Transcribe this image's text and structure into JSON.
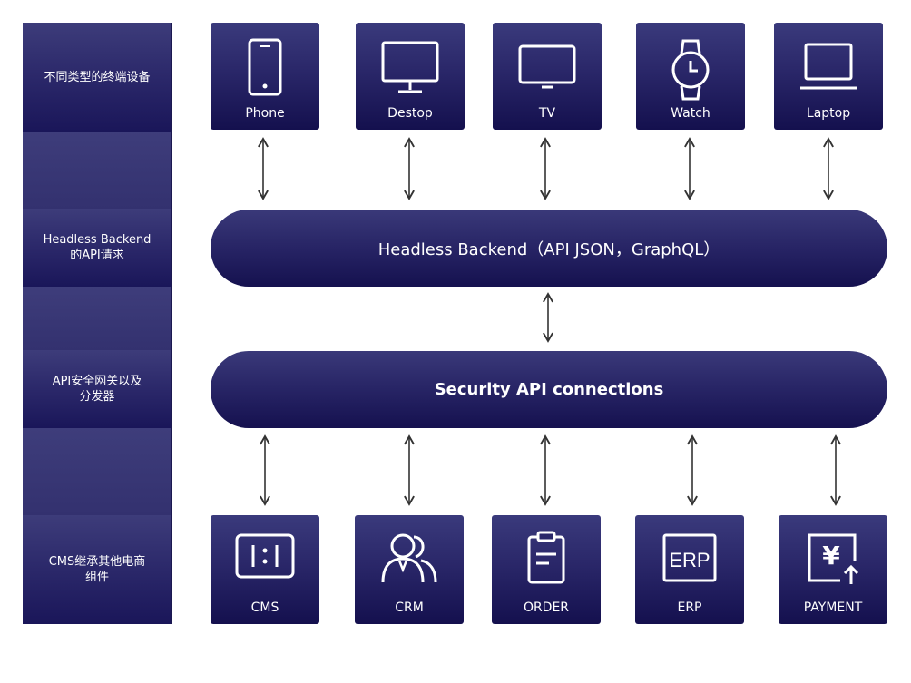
{
  "left_column": [
    {
      "label": "不同类型的终端设备"
    },
    {
      "label": "Headless Backend\n的API请求"
    },
    {
      "label": "API安全网关以及\n分发器"
    },
    {
      "label": "CMS继承其他电商\n组件"
    }
  ],
  "devices": [
    {
      "label": "Phone",
      "icon": "phone-icon"
    },
    {
      "label": "Destop",
      "icon": "desktop-icon"
    },
    {
      "label": "TV",
      "icon": "tv-icon"
    },
    {
      "label": "Watch",
      "icon": "watch-icon"
    },
    {
      "label": "Laptop",
      "icon": "laptop-icon"
    }
  ],
  "backend_bar": {
    "label": "Headless Backend（API JSON，GraphQL）"
  },
  "security_bar": {
    "label": "Security API connections"
  },
  "services": [
    {
      "label": "CMS",
      "icon": "cms-icon"
    },
    {
      "label": "CRM",
      "icon": "crm-icon"
    },
    {
      "label": "ORDER",
      "icon": "order-icon"
    },
    {
      "label": "ERP",
      "icon": "erp-icon"
    },
    {
      "label": "PAYMENT",
      "icon": "payment-icon"
    }
  ],
  "icon_text": {
    "erp": "ERP",
    "yen": "¥"
  },
  "colors": {
    "primary": "#2a2769",
    "dark": "#14104e",
    "arrow": "#333333"
  }
}
